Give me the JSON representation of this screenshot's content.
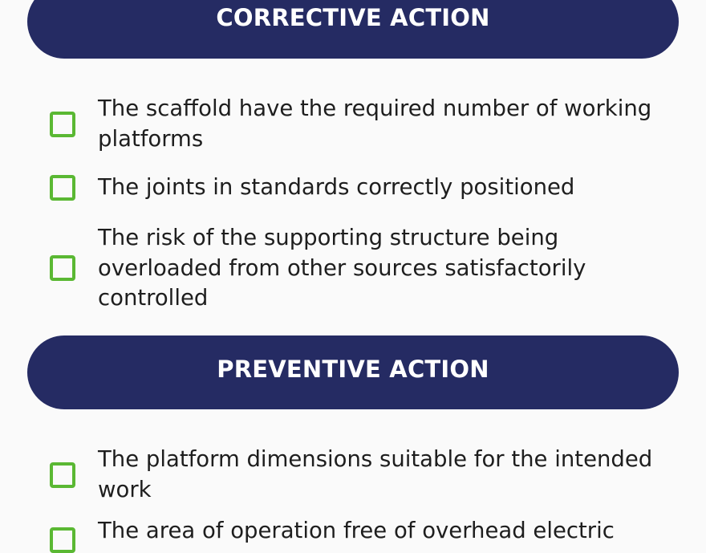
{
  "sections": [
    {
      "title": "CORRECTIVE ACTION",
      "items": [
        {
          "label": "The scaffold have the required number of working platforms",
          "checked": false
        },
        {
          "label": "The joints in standards correctly positioned",
          "checked": false
        },
        {
          "label": "The risk of the supporting structure being overloaded from other sources satisfactorily controlled",
          "checked": false
        }
      ]
    },
    {
      "title": "PREVENTIVE ACTION",
      "items": [
        {
          "label": "The platform dimensions suitable for the intended work",
          "checked": false
        },
        {
          "label": "The area of operation free of overhead electric",
          "checked": false
        }
      ]
    }
  ],
  "colors": {
    "header_bg": "#252b63",
    "header_text": "#ffffff",
    "checkbox_border": "#5ab833",
    "item_text": "#1e1e1e",
    "page_bg": "#fafafa"
  },
  "icons": {
    "checkbox": "checkbox-unchecked-icon"
  }
}
